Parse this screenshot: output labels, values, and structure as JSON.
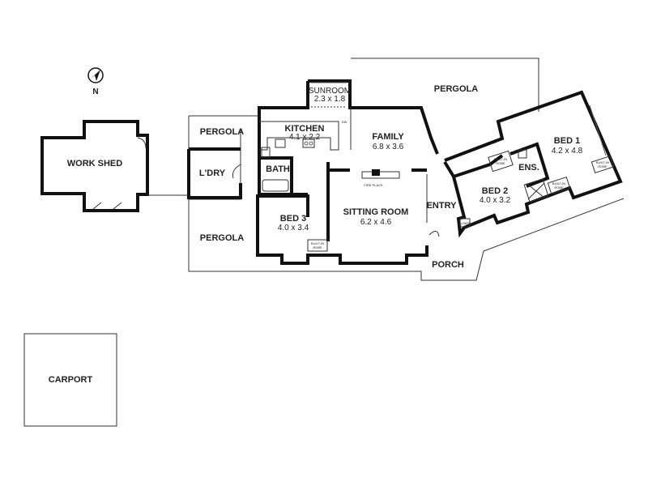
{
  "compass": {
    "label": "N"
  },
  "rooms": {
    "work_shed": {
      "name": "WORK SHED"
    },
    "pergola_left": {
      "name": "PERGOLA"
    },
    "laundry": {
      "name": "L'DRY"
    },
    "pergola_bottom": {
      "name": "PERGOLA"
    },
    "sunroom": {
      "name": "SUNROOM",
      "dims": "2.3 x 1.8"
    },
    "kitchen": {
      "name": "KITCHEN",
      "dims": "4.1 x 2.2"
    },
    "bath": {
      "name": "BATH"
    },
    "bed3": {
      "name": "BED 3",
      "dims": "4.0 x 3.4"
    },
    "family": {
      "name": "FAMILY",
      "dims": "6.8 x 3.6"
    },
    "sitting": {
      "name": "SITTING ROOM",
      "dims": "6.2 x 4.6"
    },
    "pergola_top": {
      "name": "PERGOLA"
    },
    "entry": {
      "name": "ENTRY"
    },
    "porch": {
      "name": "PORCH"
    },
    "bed2": {
      "name": "BED 2",
      "dims": "4.0 x 3.2"
    },
    "ens": {
      "name": "ENS."
    },
    "bed1": {
      "name": "BED 1",
      "dims": "4.2 x 4.8"
    },
    "carport": {
      "name": "CARPORT"
    }
  },
  "fixtures": {
    "fireplace": "FIRE PLACE",
    "bir_bed3_a": "BUILT-IN",
    "bir_bed3_b": "ROBE",
    "bir_bed2_a": "BUILT-IN",
    "bir_bed2_b": "ROBE",
    "bir_bed1_a": "BUILT-IN",
    "bir_bed1_b": "ROBE",
    "bir_ens_a": "BUILT-IN",
    "bir_ens_b": "ROBE",
    "linen": "LINEN",
    "dw": "DW"
  }
}
